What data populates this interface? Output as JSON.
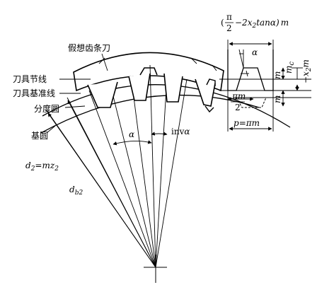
{
  "labels": {
    "rack_cutter": "假想齿条刀",
    "pitch_line": "刀具节线",
    "datum_line": "刀具基准线",
    "pitch_circle": "分度圆",
    "base_circle": "基圆",
    "d2": "d",
    "d2_sub": "2",
    "d2_eq": "=mz",
    "d2_eq_sub": "2",
    "db2": "d",
    "db2_sub": "b2",
    "alpha": "α",
    "inv": "inv",
    "inv_alpha": "α",
    "pi_m": "πm",
    "two": "2",
    "p": "p",
    "p_eq": "=πm",
    "top_expr_pre": "(",
    "top_pi": "π",
    "top_two": "2",
    "top_expr_mid": "−2x",
    "top_x_sub": "2",
    "top_expr_tan": "tanα)",
    "top_m": "m",
    "alpha_top": "α",
    "m_label": "m",
    "mc_label": "m",
    "mc_c": "c",
    "x2m": "−x",
    "x2m_sub": "2",
    "x2m_m": "m",
    "m_lower": "m"
  }
}
